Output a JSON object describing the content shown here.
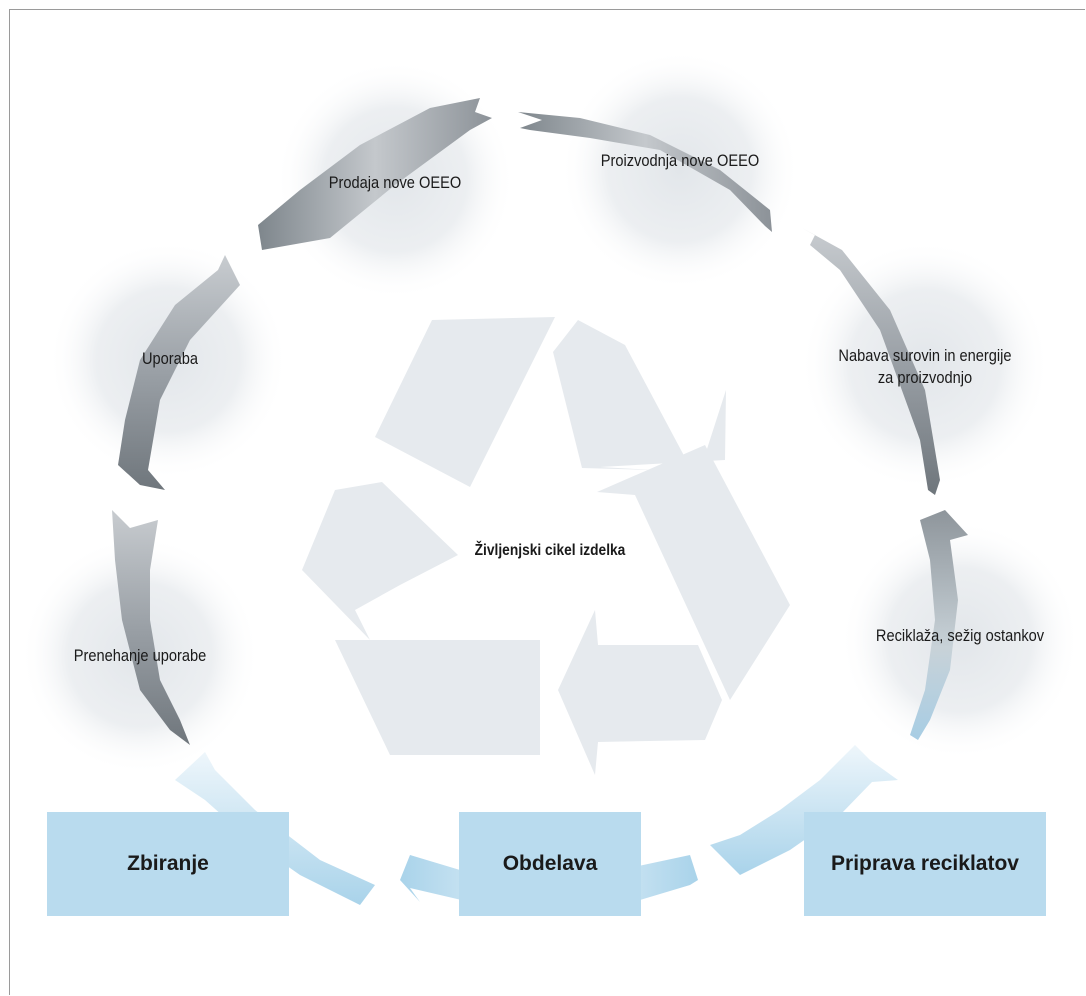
{
  "center": {
    "title": "Življenjski cikel izdelka"
  },
  "stages": {
    "proizvodnja": "Proizvodnja nove OEEO",
    "prodaja": "Prodaja nove OEEO",
    "uporaba": "Uporaba",
    "nabava_line1": "Nabava surovin in energije",
    "nabava_line2": "za proizvodnjo",
    "prenehanje": "Prenehanje uporabe",
    "reciklaza": "Reciklaža, sežig ostankov"
  },
  "boxes": {
    "zbiranje": "Zbiranje",
    "obdelava": "Obdelava",
    "priprava": "Priprava reciklatov"
  },
  "colors": {
    "arrow_gray": "#9aa0a6",
    "arrow_blue": "#b9dbee",
    "box_fill": "#b9dbee",
    "recycle_symbol": "#e6eaee",
    "halo": "#e8ebee"
  },
  "icon": "recycle-symbol-icon"
}
